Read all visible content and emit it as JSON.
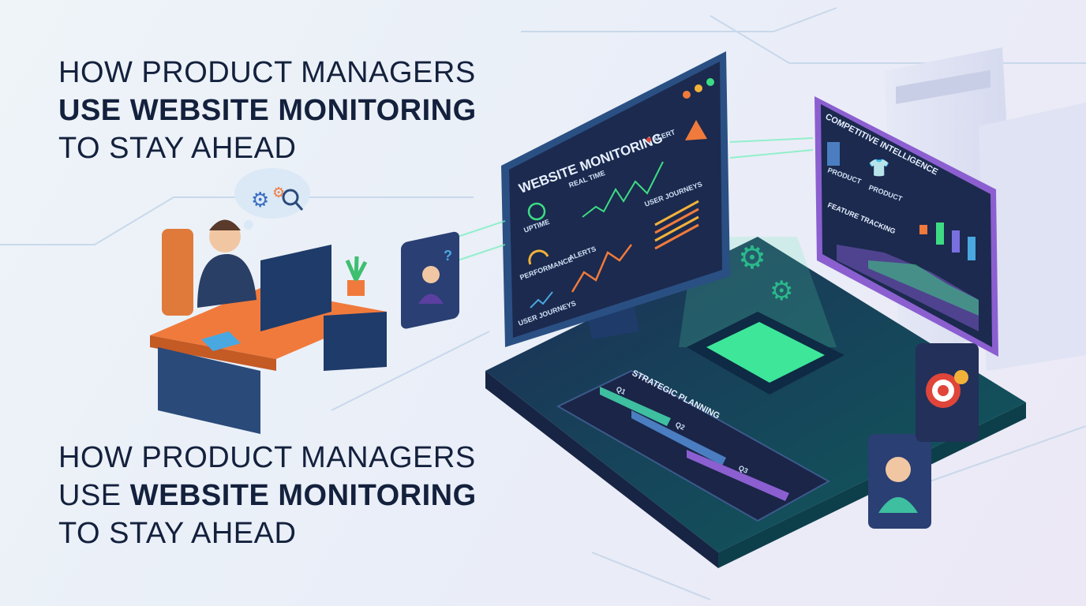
{
  "title_top": {
    "line1": "HOW PRODUCT MANAGERS",
    "line2": "USE WEBSITE MONITORING",
    "line3": "TO STAY AHEAD"
  },
  "title_bottom": {
    "line1": "HOW PRODUCT MANAGERS",
    "line2_prefix": "USE",
    "line2_bold": "WEBSITE MONITORING",
    "line3": "TO STAY AHEAD"
  },
  "monitor": {
    "title": "WEBSITE MONITORING",
    "realtime": "REAL TIME",
    "alert_badge": "ALERT",
    "uptime": "UPTIME",
    "performance": "PERFORMANCE",
    "user_journeys_side": "USER JOURNEYS",
    "alerts": "ALERTS",
    "user_journeys": "USER JOURNEYS"
  },
  "competitive": {
    "title": "COMPETITIVE INTELLIGENCE",
    "product1": "PRODUCT",
    "product2": "PRODUCT",
    "feature_tracking": "FEATURE TRACKING"
  },
  "strategic": {
    "title": "STRATEGIC PLANNING",
    "q1": "Q1",
    "q2": "Q2",
    "q3": "Q3"
  },
  "colors": {
    "title_text": "#14213d",
    "panel_dark": "#1c2a4f",
    "accent_green": "#3ddc84",
    "accent_orange": "#f07a3c",
    "accent_purple": "#9b5de5"
  }
}
